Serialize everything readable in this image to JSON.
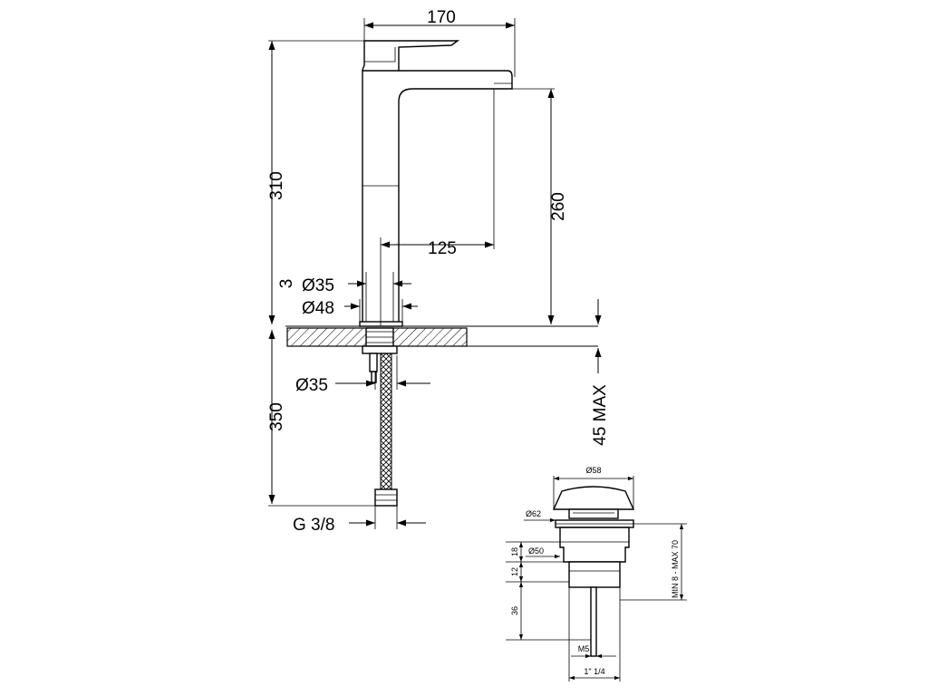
{
  "faucet": {
    "dims": {
      "width_top": "170",
      "height_total": "310",
      "spout_height": "260",
      "spout_reach": "125",
      "deck_thickness": "3",
      "base_inner_diam": "Ø35",
      "base_outer_diam": "Ø48",
      "shank_diam": "Ø35",
      "below_deck": "350",
      "thread": "G 3/8",
      "max_deck": "45 MAX"
    }
  },
  "drain": {
    "dims": {
      "cap_diam": "Ø58",
      "flange_diam": "Ø62",
      "body_diam": "Ø50",
      "h18": "18",
      "h12": "12",
      "h36": "36",
      "rod": "M5",
      "thread": "1\" 1/4",
      "range": "MIN 8 - MAX 70"
    }
  }
}
